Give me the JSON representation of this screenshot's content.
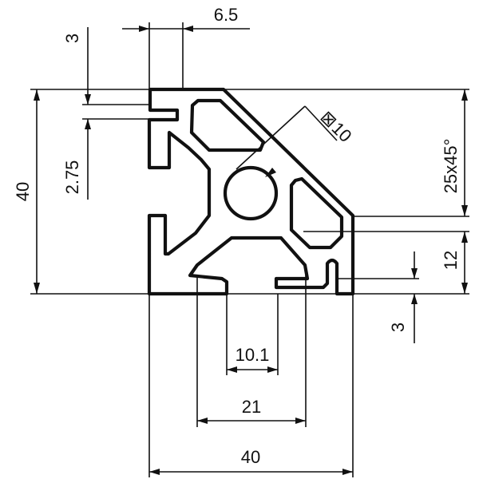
{
  "dimensions": {
    "slot_width": "6.5",
    "top_wall": "3",
    "slot_depth": "2.75",
    "height": "40",
    "bore": "10",
    "chamfer": "25x45°",
    "right_offset": "12",
    "bottom_wall": "3",
    "slot_opening": "10.1",
    "groove_width": "21",
    "width": "40"
  },
  "symbols": {
    "square": "⊠"
  }
}
